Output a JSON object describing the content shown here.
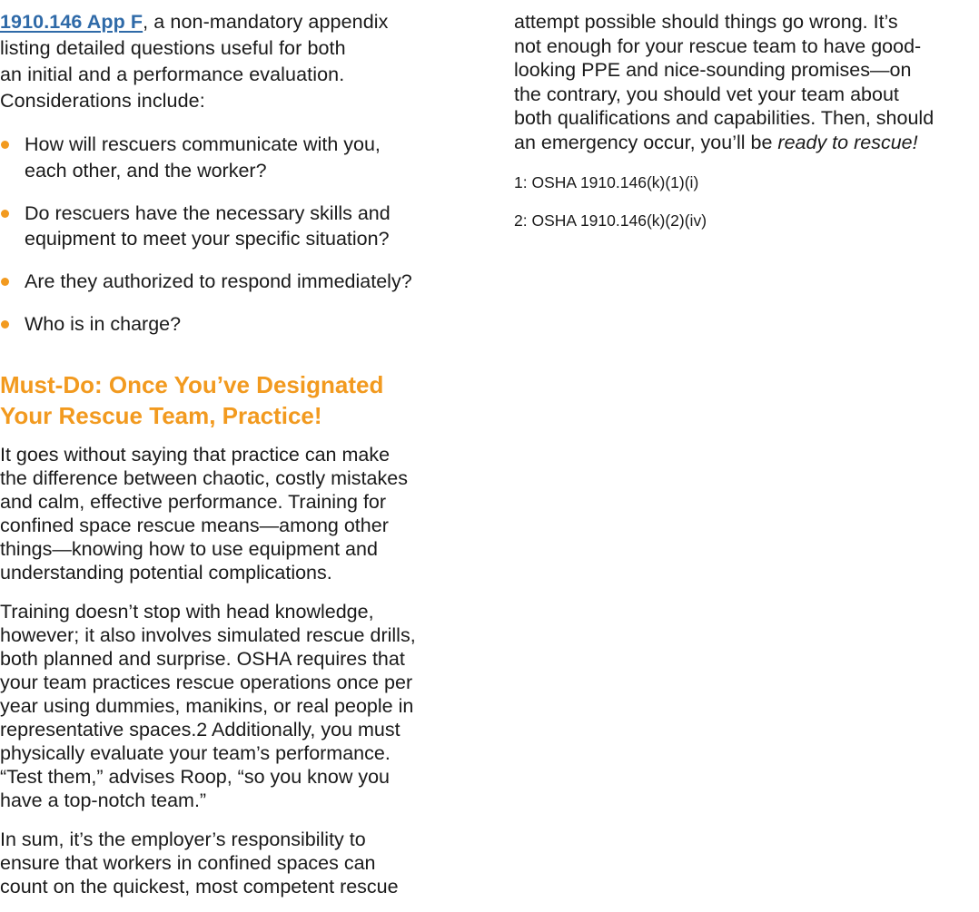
{
  "left_column": {
    "intro": {
      "link_text": "1910.146 App F",
      "rest_line1": ", a non-mandatory appendix",
      "rest_line2": "listing detailed questions useful for both",
      "rest_line3": "an initial and a performance evaluation.",
      "rest_line4": "Considerations include:"
    },
    "bullets": [
      {
        "line1": "How will rescuers communicate with you,",
        "line2": "each other, and the worker?"
      },
      {
        "line1": "Do rescuers have the necessary skills and",
        "line2": "equipment to meet your specific situation?"
      },
      {
        "line1": "Are they authorized to respond immediately?",
        "line2": ""
      },
      {
        "line1": "Who is in charge?",
        "line2": ""
      }
    ],
    "heading": {
      "line1": "Must-Do: Once You’ve Designated",
      "line2": "Your Rescue Team, Practice!"
    },
    "paragraphs": [
      {
        "lines": [
          "It goes without saying that practice can make",
          "the difference between chaotic, costly mistakes",
          "and calm, effective performance. Training for",
          "confined space rescue means—among other",
          "things—knowing how to use equipment and",
          "understanding potential complications."
        ]
      },
      {
        "lines": [
          "Training doesn’t stop with head knowledge,",
          "however; it also involves simulated rescue drills,",
          "both planned and surprise. OSHA requires that",
          "your team practices rescue operations once per",
          "year using dummies, manikins, or real people in",
          "representative spaces.2 Additionally, you must",
          "physically evaluate your team’s performance.",
          "“Test them,” advises Roop, “so you know you",
          "have a top-notch team.”"
        ]
      },
      {
        "lines": [
          "In sum, it’s the employer’s responsibility to",
          "ensure that workers in confined spaces can",
          "count on the quickest, most competent rescue"
        ]
      }
    ]
  },
  "right_column": {
    "paragraph": {
      "lines": [
        "attempt possible should things go wrong. It’s",
        "not enough for your rescue team to have good-",
        "looking PPE and nice-sounding promises—on",
        "the contrary, you should vet your team about",
        "both qualifications and capabilities. Then, should"
      ],
      "last_line_plain": "an emergency occur, you’ll be ",
      "last_line_italic": "ready to rescue!"
    },
    "footnotes": [
      "1: OSHA 1910.146(k)(1)(i)",
      "2: OSHA 1910.146(k)(2)(iv)"
    ]
  },
  "colors": {
    "link": "#2f6aa8",
    "accent_orange": "#f29a1f",
    "body_text": "#1a1a1a"
  }
}
